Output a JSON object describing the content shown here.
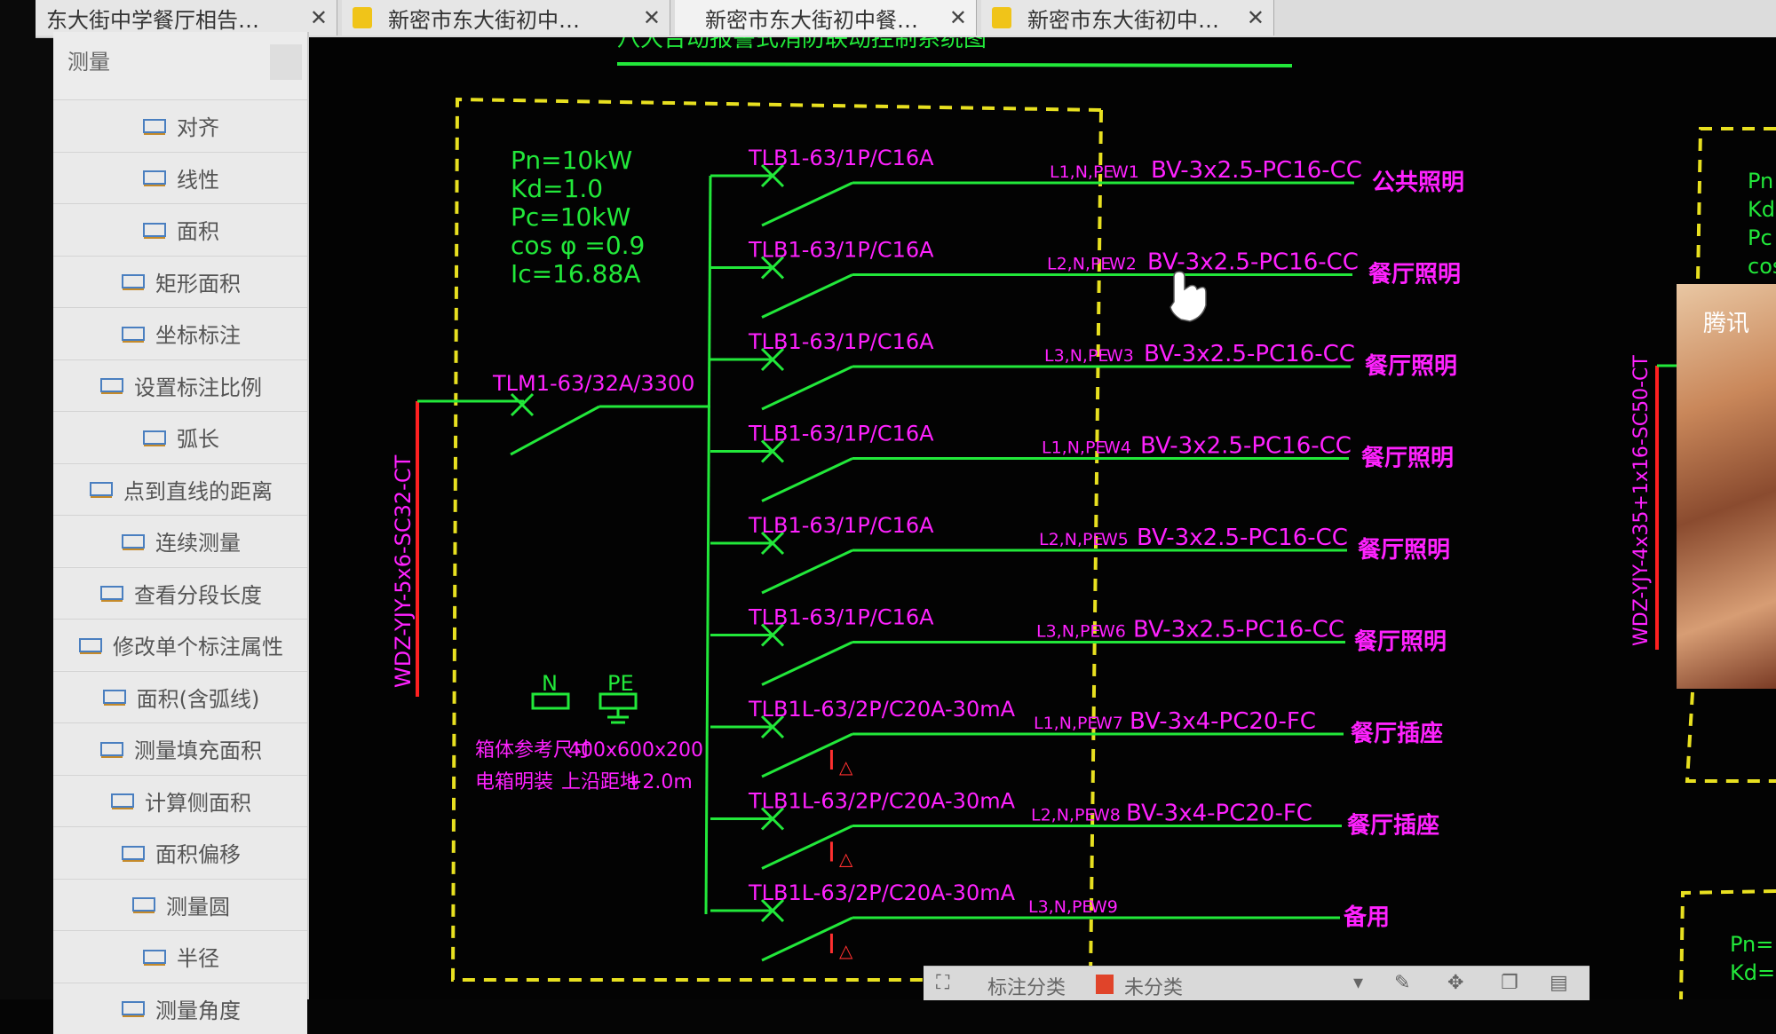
{
  "tabs": [
    {
      "label": "东大街中学餐厅相告…"
    },
    {
      "label": "新密市东大街初中…"
    },
    {
      "label": "新密市东大街初中餐…"
    },
    {
      "label": "新密市东大街初中…"
    }
  ],
  "panel": {
    "title": "测量",
    "items": [
      {
        "label": "对齐",
        "icon": "aligned-dim-icon"
      },
      {
        "label": "线性",
        "icon": "linear-dim-icon"
      },
      {
        "label": "面积",
        "icon": "area-icon"
      },
      {
        "label": "矩形面积",
        "icon": "rect-area-icon"
      },
      {
        "label": "坐标标注",
        "icon": "coordinate-icon"
      },
      {
        "label": "设置标注比例",
        "icon": "scale-icon"
      },
      {
        "label": "弧长",
        "icon": "arc-length-icon"
      },
      {
        "label": "点到直线的距离",
        "icon": "point-line-icon"
      },
      {
        "label": "连续测量",
        "icon": "continuous-icon"
      },
      {
        "label": "查看分段长度",
        "icon": "segment-length-icon"
      },
      {
        "label": "修改单个标注属性",
        "icon": "edit-dim-icon"
      },
      {
        "label": "面积(含弧线)",
        "icon": "arc-area-icon"
      },
      {
        "label": "测量填充面积",
        "icon": "fill-area-icon"
      },
      {
        "label": "计算侧面积",
        "icon": "side-area-icon"
      },
      {
        "label": "面积偏移",
        "icon": "area-offset-icon"
      },
      {
        "label": "测量圆",
        "icon": "circle-icon"
      },
      {
        "label": "半径",
        "icon": "radius-icon"
      },
      {
        "label": "测量角度",
        "icon": "angle-icon"
      }
    ]
  },
  "drawing": {
    "title_partial": "八大台动报警式消防联动控制系统图",
    "params": [
      "Pn=10kW",
      "Kd=1.0",
      "Pc=10kW",
      "cos φ =0.9",
      "Ic=16.88A"
    ],
    "main_breaker": "TLM1-63/32A/3300",
    "incoming_cable": "WDZ-YJY-5x6-SC32-CT",
    "right_cable": "WDZ-YJY-4x35+1x16-SC50-CT",
    "circuits": [
      {
        "breaker": "TLB1-63/1P/C16A",
        "phase": "L1,N,PE",
        "id": "W1",
        "cable": "BV-3x2.5-PC16-CC",
        "use": "公共照明"
      },
      {
        "breaker": "TLB1-63/1P/C16A",
        "phase": "L2,N,PE",
        "id": "W2",
        "cable": "BV-3x2.5-PC16-CC",
        "use": "餐厅照明"
      },
      {
        "breaker": "TLB1-63/1P/C16A",
        "phase": "L3,N,PE",
        "id": "W3",
        "cable": "BV-3x2.5-PC16-CC",
        "use": "餐厅照明"
      },
      {
        "breaker": "TLB1-63/1P/C16A",
        "phase": "L1,N,PE",
        "id": "W4",
        "cable": "BV-3x2.5-PC16-CC",
        "use": "餐厅照明"
      },
      {
        "breaker": "TLB1-63/1P/C16A",
        "phase": "L2,N,PE",
        "id": "W5",
        "cable": "BV-3x2.5-PC16-CC",
        "use": "餐厅照明"
      },
      {
        "breaker": "TLB1-63/1P/C16A",
        "phase": "L3,N,PE",
        "id": "W6",
        "cable": "BV-3x2.5-PC16-CC",
        "use": "餐厅照明"
      },
      {
        "breaker": "TLB1L-63/2P/C20A-30mA",
        "phase": "L1,N,PE",
        "id": "W7",
        "cable": "BV-3x4-PC20-FC",
        "use": "餐厅插座"
      },
      {
        "breaker": "TLB1L-63/2P/C20A-30mA",
        "phase": "L2,N,PE",
        "id": "W8",
        "cable": "BV-3x4-PC20-FC",
        "use": "餐厅插座"
      },
      {
        "breaker": "TLB1L-63/2P/C20A-30mA",
        "phase": "L3,N,PE",
        "id": "W9",
        "cable": "",
        "use": "备用"
      }
    ],
    "n_label": "N",
    "pe_label": "PE",
    "note1_a": "箱体参考尺寸",
    "note1_b": "400x600x200",
    "note2_a": "电箱明装",
    "note2_b": "上沿距地",
    "note2_c": "+2.0m",
    "right_params": [
      "Pn",
      "Kd",
      "Pc",
      "cos"
    ],
    "right_params_b": [
      "Pn=",
      "Kd="
    ],
    "rcd_label": "I",
    "rcd_sub": "△"
  },
  "bottom_toolbar": {
    "label1": "标注分类",
    "label2": "未分类"
  },
  "video_overlay": {
    "label": "腾讯"
  },
  "colors": {
    "green": "#22e83a",
    "magenta": "#ff22ff",
    "yellow": "#e8e020",
    "red": "#ff2020"
  }
}
